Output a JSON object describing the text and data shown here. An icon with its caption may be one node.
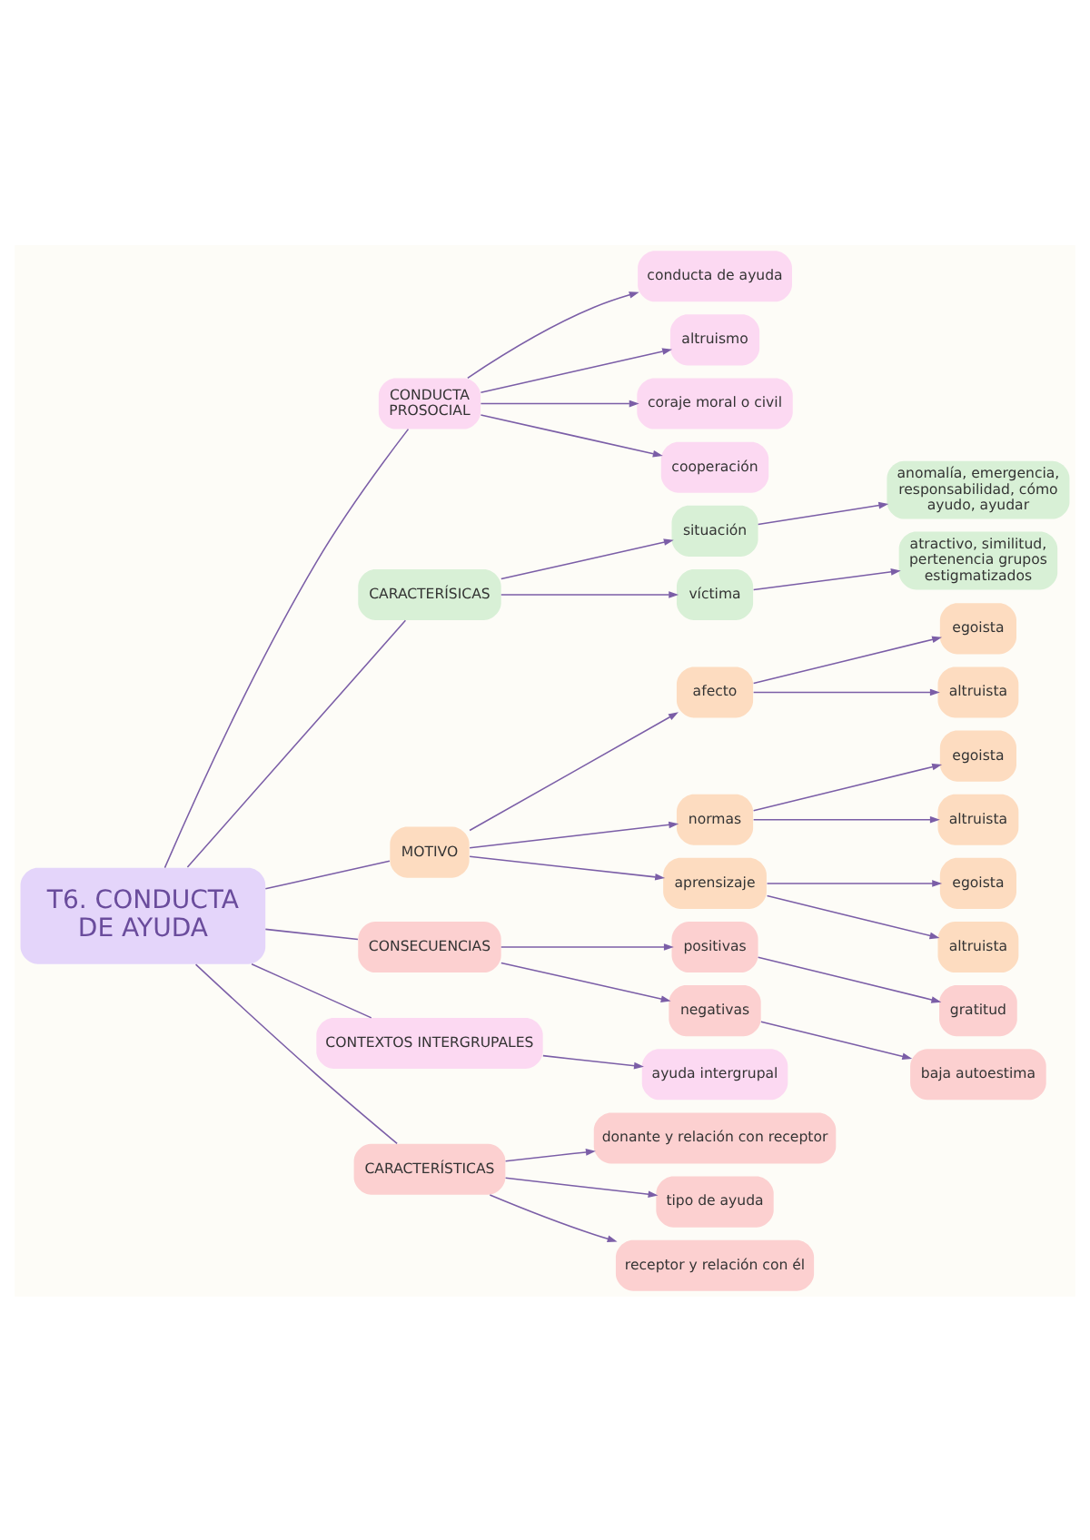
{
  "diagram": {
    "nodes": [
      {
        "text": [
          "T6. CONDUCTA DE AYUDA"
        ]
      },
      {
        "text": [
          "CONDUCTA PROSOCIAL"
        ]
      },
      {
        "text": [
          "conducta de ayuda"
        ]
      },
      {
        "text": [
          "altruismo"
        ]
      },
      {
        "text": [
          "coraje moral o civil"
        ]
      },
      {
        "text": [
          "cooperación"
        ]
      },
      {
        "text": [
          "CARACTERÍSICAS"
        ]
      },
      {
        "text": [
          "situación"
        ]
      },
      {
        "text": [
          "víctima"
        ]
      },
      {
        "text": [
          "anomalía, emergencia, responsabilidad, cómo ayudo, ayudar"
        ]
      },
      {
        "text": [
          "atractivo, similitud, pertenencia grupos estigmatizados"
        ]
      },
      {
        "text": [
          "MOTIVO"
        ]
      },
      {
        "text": [
          "afecto"
        ]
      },
      {
        "text": [
          "egoista"
        ]
      },
      {
        "text": [
          "altruista"
        ]
      },
      {
        "text": [
          "normas"
        ]
      },
      {
        "text": [
          "egoista"
        ]
      },
      {
        "text": [
          "altruista"
        ]
      },
      {
        "text": [
          "aprensizaje"
        ]
      },
      {
        "text": [
          "egoista"
        ]
      },
      {
        "text": [
          "altruista"
        ]
      },
      {
        "text": [
          "CONSECUENCIAS"
        ]
      },
      {
        "text": [
          "positivas"
        ]
      },
      {
        "text": [
          "negativas"
        ]
      },
      {
        "text": [
          "gratitud"
        ]
      },
      {
        "text": [
          "baja autoestima"
        ]
      },
      {
        "text": [
          "CONTEXTOS INTERGRUPALES"
        ]
      },
      {
        "text": [
          "ayuda intergrupal"
        ]
      },
      {
        "text": [
          "CARACTERÍSTICAS"
        ]
      },
      {
        "text": [
          "donante y relación con receptor"
        ]
      },
      {
        "text": [
          "tipo de ayuda"
        ]
      },
      {
        "text": [
          "receptor y relación con él"
        ]
      }
    ],
    "edges": [
      {
        "from": 0,
        "to": 1,
        "arrow": "none"
      },
      {
        "from": 0,
        "to": 6,
        "arrow": "none"
      },
      {
        "from": 0,
        "to": 11,
        "arrow": "none"
      },
      {
        "from": 0,
        "to": 21,
        "arrow": "none"
      },
      {
        "from": 0,
        "to": 26,
        "arrow": "none"
      },
      {
        "from": 0,
        "to": 28,
        "arrow": "none"
      },
      {
        "from": 1,
        "to": 2,
        "arrow": "to"
      },
      {
        "from": 1,
        "to": 3,
        "arrow": "to"
      },
      {
        "from": 1,
        "to": 4,
        "arrow": "to"
      },
      {
        "from": 1,
        "to": 5,
        "arrow": "to"
      },
      {
        "from": 6,
        "to": 7,
        "arrow": "to"
      },
      {
        "from": 6,
        "to": 8,
        "arrow": "to"
      },
      {
        "from": 7,
        "to": 9,
        "arrow": "to"
      },
      {
        "from": 8,
        "to": 10,
        "arrow": "to"
      },
      {
        "from": 11,
        "to": 12,
        "arrow": "to"
      },
      {
        "from": 11,
        "to": 15,
        "arrow": "to"
      },
      {
        "from": 11,
        "to": 18,
        "arrow": "to"
      },
      {
        "from": 12,
        "to": 13,
        "arrow": "to"
      },
      {
        "from": 12,
        "to": 14,
        "arrow": "to"
      },
      {
        "from": 15,
        "to": 16,
        "arrow": "to"
      },
      {
        "from": 15,
        "to": 17,
        "arrow": "to"
      },
      {
        "from": 18,
        "to": 19,
        "arrow": "to"
      },
      {
        "from": 18,
        "to": 20,
        "arrow": "to"
      },
      {
        "from": 21,
        "to": 22,
        "arrow": "to"
      },
      {
        "from": 21,
        "to": 23,
        "arrow": "to"
      },
      {
        "from": 22,
        "to": 24,
        "arrow": "to"
      },
      {
        "from": 23,
        "to": 25,
        "arrow": "to"
      },
      {
        "from": 26,
        "to": 27,
        "arrow": "to"
      },
      {
        "from": 28,
        "to": 29,
        "arrow": "to"
      },
      {
        "from": 28,
        "to": 30,
        "arrow": "to"
      },
      {
        "from": 28,
        "to": 31,
        "arrow": "to"
      }
    ]
  }
}
